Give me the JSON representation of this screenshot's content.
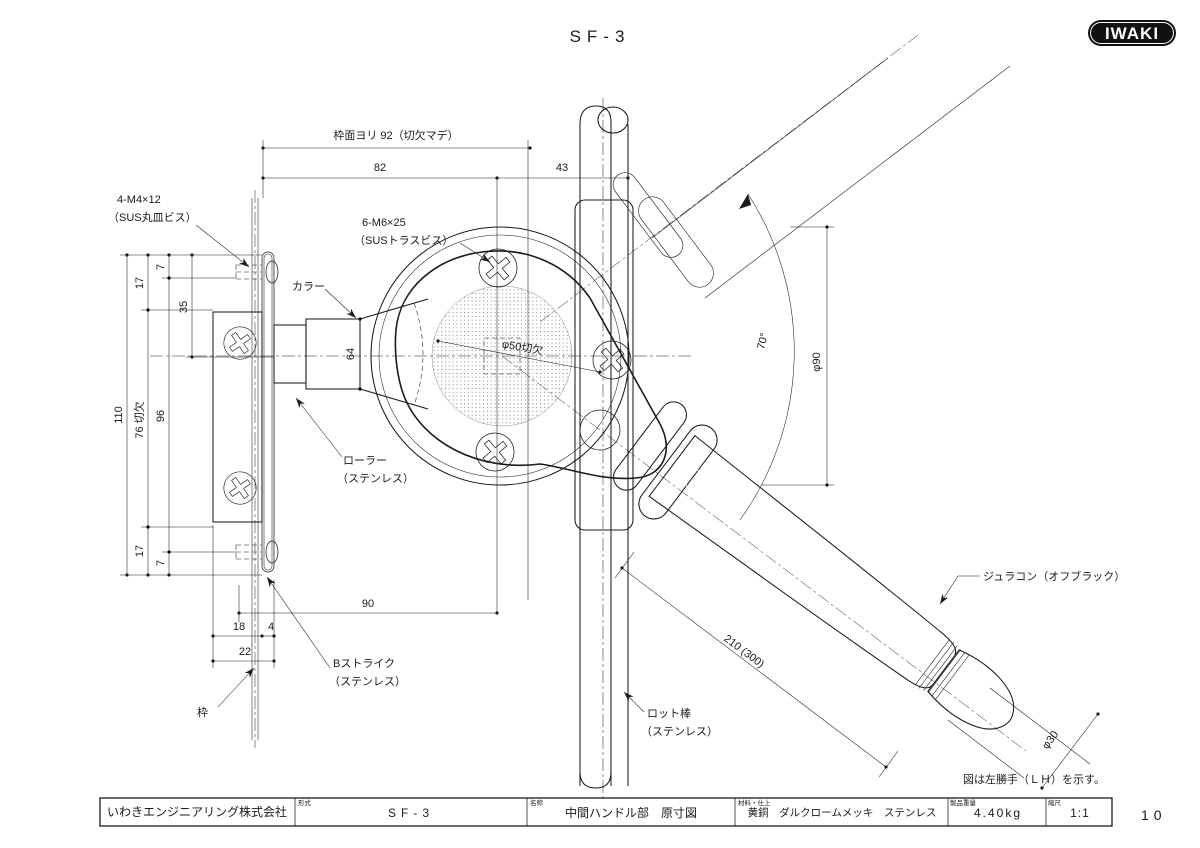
{
  "header": {
    "title": "SF-3",
    "logo": "IWAKI"
  },
  "note": "図は左勝手（ＬＨ）を示す。",
  "page_number": "10",
  "labels": {
    "screw_m4_line1": "4-M4×12",
    "screw_m4_line2": "（SUS丸皿ビス）",
    "screw_m6_line1": "6-M6×25",
    "screw_m6_line2": "（SUSトラスビス）",
    "collar": "カラー",
    "roller_line1": "ローラー",
    "roller_line2": "（ステンレス）",
    "strike_line1": "Bストライク",
    "strike_line2": "（ステンレス）",
    "frame": "枠",
    "rod_line1": "ロット棒",
    "rod_line2": "（ステンレス）",
    "grip": "ジュラコン（オフブラック）"
  },
  "dimensions": {
    "frame_face": "枠面ヨリ 92（切欠マデ）",
    "d82": "82",
    "d43": "43",
    "d110": "110",
    "d17_top": "17",
    "d7_top": "7",
    "d35": "35",
    "d76": "76 切欠",
    "d96": "96",
    "d17_bottom": "17",
    "d7_bottom": "7",
    "d64": "64",
    "d90": "90",
    "d18": "18",
    "d4": "4",
    "d22": "22",
    "phi50": "φ50切欠",
    "phi90": "φ90",
    "angle70": "70°",
    "handle_length": "210 (300)",
    "phi30": "φ30"
  },
  "title_block": {
    "company": "いわきエンジニアリング株式会社",
    "model_label": "形式",
    "model": "SF-3",
    "name_label": "名称",
    "name": "中間ハンドル部　原寸図",
    "material_label": "材料・仕上",
    "material": "黄銅　ダルクロームメッキ　ステンレス",
    "weight_label": "製品重量",
    "weight": "4.40kg",
    "scale_label": "縮尺",
    "scale": "1:1"
  }
}
